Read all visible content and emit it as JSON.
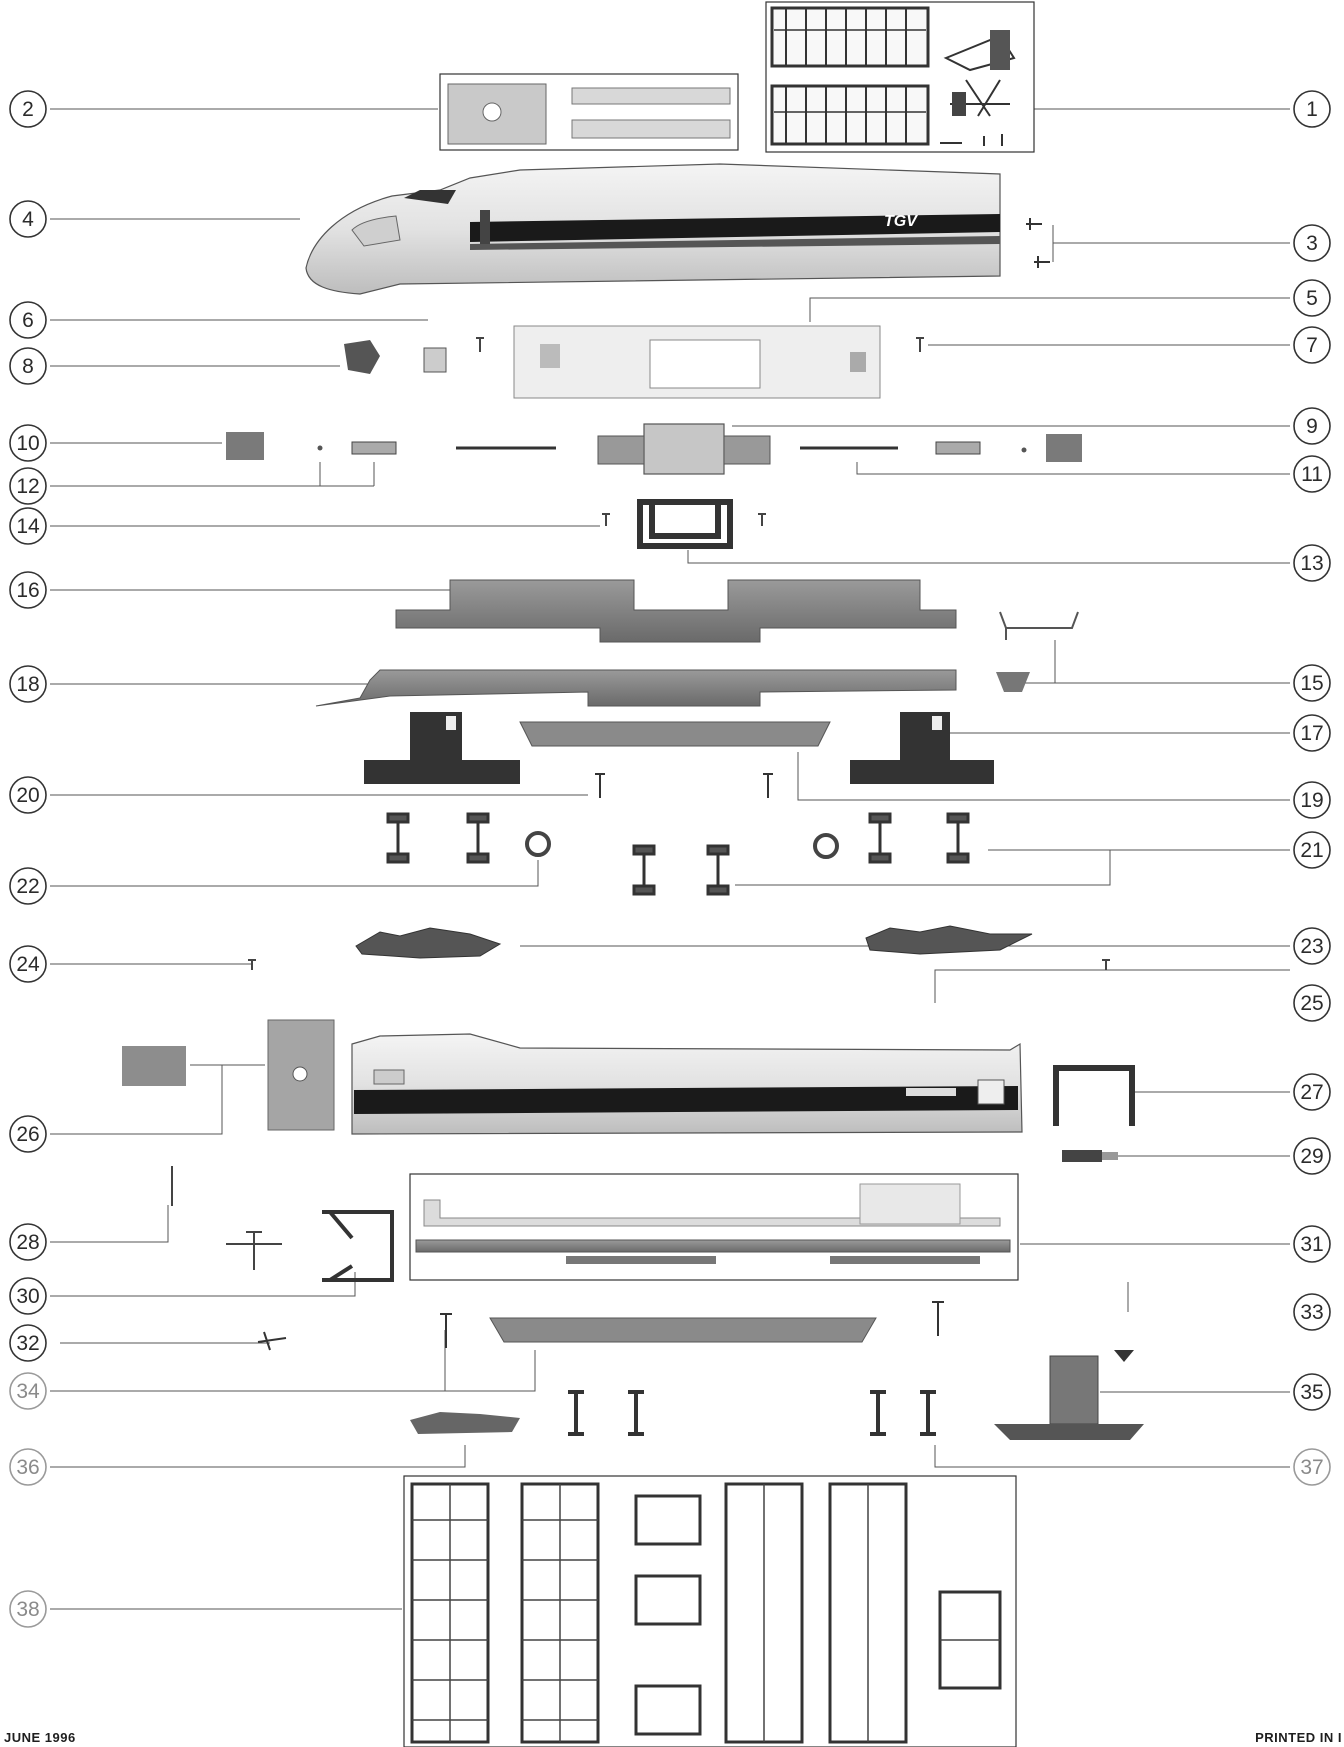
{
  "diagram": {
    "callouts": [
      {
        "num": "1",
        "side": "right",
        "faded": false
      },
      {
        "num": "2",
        "side": "left",
        "faded": false
      },
      {
        "num": "3",
        "side": "right",
        "faded": false
      },
      {
        "num": "4",
        "side": "left",
        "faded": false
      },
      {
        "num": "5",
        "side": "right",
        "faded": false
      },
      {
        "num": "6",
        "side": "left",
        "faded": false
      },
      {
        "num": "7",
        "side": "right",
        "faded": false
      },
      {
        "num": "8",
        "side": "left",
        "faded": false
      },
      {
        "num": "9",
        "side": "right",
        "faded": false
      },
      {
        "num": "10",
        "side": "left",
        "faded": false
      },
      {
        "num": "11",
        "side": "right",
        "faded": false
      },
      {
        "num": "12",
        "side": "left",
        "faded": false
      },
      {
        "num": "13",
        "side": "right",
        "faded": false
      },
      {
        "num": "14",
        "side": "left",
        "faded": false
      },
      {
        "num": "15",
        "side": "right",
        "faded": false
      },
      {
        "num": "16",
        "side": "left",
        "faded": false
      },
      {
        "num": "17",
        "side": "right",
        "faded": false
      },
      {
        "num": "18",
        "side": "left",
        "faded": false
      },
      {
        "num": "19",
        "side": "right",
        "faded": false
      },
      {
        "num": "20",
        "side": "left",
        "faded": false
      },
      {
        "num": "21",
        "side": "right",
        "faded": false
      },
      {
        "num": "22",
        "side": "left",
        "faded": false
      },
      {
        "num": "23",
        "side": "right",
        "faded": false
      },
      {
        "num": "24",
        "side": "left",
        "faded": false
      },
      {
        "num": "25",
        "side": "right",
        "faded": false
      },
      {
        "num": "26",
        "side": "left",
        "faded": false
      },
      {
        "num": "27",
        "side": "right",
        "faded": false
      },
      {
        "num": "28",
        "side": "left",
        "faded": false
      },
      {
        "num": "29",
        "side": "right",
        "faded": false
      },
      {
        "num": "30",
        "side": "left",
        "faded": false
      },
      {
        "num": "31",
        "side": "right",
        "faded": false
      },
      {
        "num": "32",
        "side": "left",
        "faded": false
      },
      {
        "num": "33",
        "side": "right",
        "faded": false
      },
      {
        "num": "34",
        "side": "left",
        "faded": true
      },
      {
        "num": "35",
        "side": "right",
        "faded": false
      },
      {
        "num": "36",
        "side": "left",
        "faded": true
      },
      {
        "num": "37",
        "side": "right",
        "faded": true
      },
      {
        "num": "38",
        "side": "left",
        "faded": true
      }
    ],
    "logo_text": "TGV",
    "colors": {
      "line": "#555555",
      "part_dark": "#2f2f2f",
      "part_mid": "#8e8e8e",
      "part_light": "#d6d6d6",
      "stripe": "#1a1a1a"
    }
  },
  "footer": {
    "left": "JUNE 1996",
    "right": "PRINTED IN I"
  }
}
